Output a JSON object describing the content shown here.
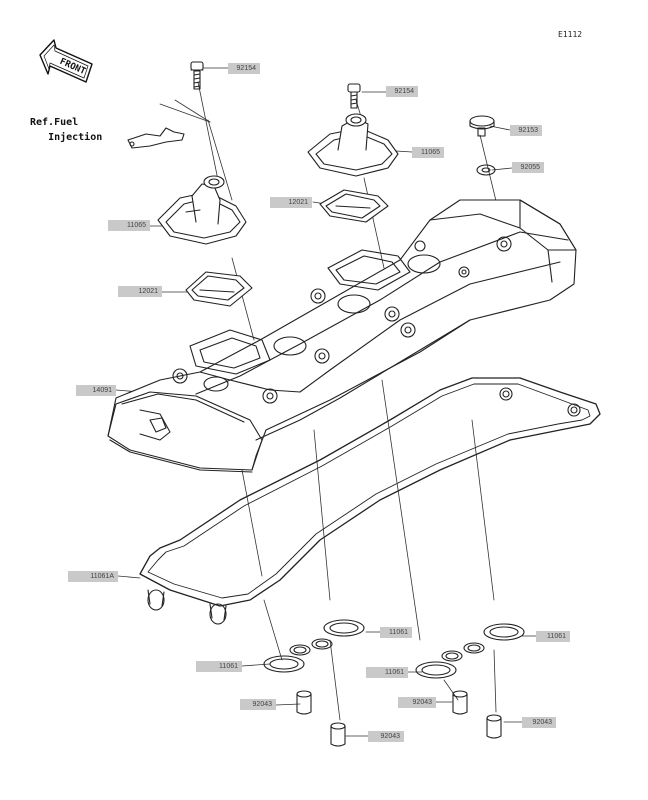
{
  "page_code": "E1112",
  "front_label": "FRONT",
  "reference_note": {
    "line1": "Ref.Fuel",
    "line2": "Injection"
  },
  "parts": [
    {
      "id": "bolt-top-left",
      "number": "92154"
    },
    {
      "id": "bolt-top-mid",
      "number": "92154"
    },
    {
      "id": "bolt-right",
      "number": "92153"
    },
    {
      "id": "washer-right",
      "number": "92055"
    },
    {
      "id": "cap-right",
      "number": "11065"
    },
    {
      "id": "cap-left",
      "number": "11065"
    },
    {
      "id": "reed-right",
      "number": "12021"
    },
    {
      "id": "reed-left",
      "number": "12021"
    },
    {
      "id": "cylinder-head-cover",
      "number": "14091"
    },
    {
      "id": "cover-gasket",
      "number": "11061A"
    },
    {
      "id": "plug-gasket-a",
      "number": "11061"
    },
    {
      "id": "plug-gasket-b",
      "number": "11061"
    },
    {
      "id": "plug-gasket-c",
      "number": "11061"
    },
    {
      "id": "plug-gasket-d",
      "number": "11061"
    },
    {
      "id": "collar-a",
      "number": "92043"
    },
    {
      "id": "collar-b",
      "number": "92043"
    },
    {
      "id": "collar-c",
      "number": "92043"
    },
    {
      "id": "collar-d",
      "number": "92043"
    }
  ]
}
